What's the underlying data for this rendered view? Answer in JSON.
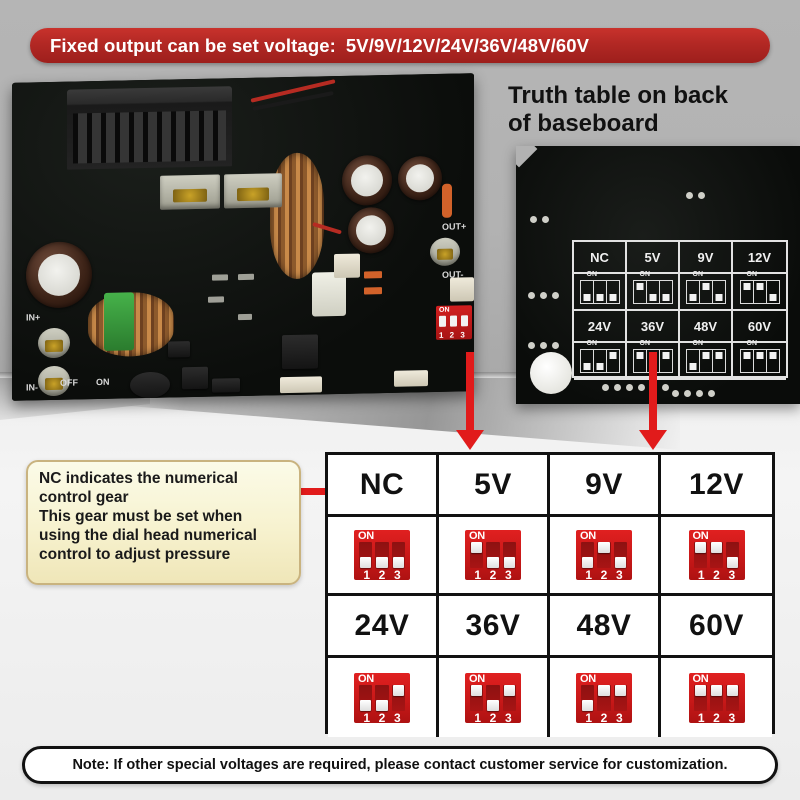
{
  "banner": {
    "title": "Fixed output can be set voltage:",
    "voltages": "5V/9V/12V/24V/36V/48V/60V"
  },
  "headline": {
    "line1": "Truth table on back",
    "line2": "of baseboard"
  },
  "note_box": {
    "line1": "NC indicates the numerical",
    "line2": "control gear",
    "line3": "This gear must be set when",
    "line4": "using the dial head numerical",
    "line5": "control to adjust pressure"
  },
  "bottom_note": {
    "text": "Note: If other special voltages are required, please contact customer service for customization."
  },
  "truth_table": {
    "dip_on_label": "ON",
    "switch_numbers": [
      "1",
      "2",
      "3"
    ],
    "cells": [
      {
        "label": "NC",
        "switches": [
          "down",
          "down",
          "down"
        ]
      },
      {
        "label": "5V",
        "switches": [
          "up",
          "down",
          "down"
        ]
      },
      {
        "label": "9V",
        "switches": [
          "down",
          "up",
          "down"
        ]
      },
      {
        "label": "12V",
        "switches": [
          "up",
          "up",
          "down"
        ]
      },
      {
        "label": "24V",
        "switches": [
          "down",
          "down",
          "up"
        ]
      },
      {
        "label": "36V",
        "switches": [
          "up",
          "down",
          "up"
        ]
      },
      {
        "label": "48V",
        "switches": [
          "down",
          "up",
          "up"
        ]
      },
      {
        "label": "60V",
        "switches": [
          "up",
          "up",
          "up"
        ]
      }
    ]
  },
  "pcb_photo": {
    "silk_in_top": "IN+",
    "silk_in_bottom": "IN-",
    "silk_out_top": "OUT+",
    "silk_out_bottom": "OUT-",
    "silk_off": "OFF",
    "silk_on": "ON",
    "dip_on_label": "ON",
    "dip_numbers": "1 2 3"
  },
  "inset_photo": {
    "rows": [
      [
        "NC",
        "5V",
        "9V",
        "12V"
      ],
      [
        "24V",
        "36V",
        "48V",
        "60V"
      ]
    ],
    "on_label": "ON"
  },
  "colors": {
    "banner_red": "#b22824",
    "arrow_red": "#e11b1b",
    "dip_red": "#c81818",
    "note_bg": "#f7f2cf",
    "note_border": "#c9b37f"
  }
}
